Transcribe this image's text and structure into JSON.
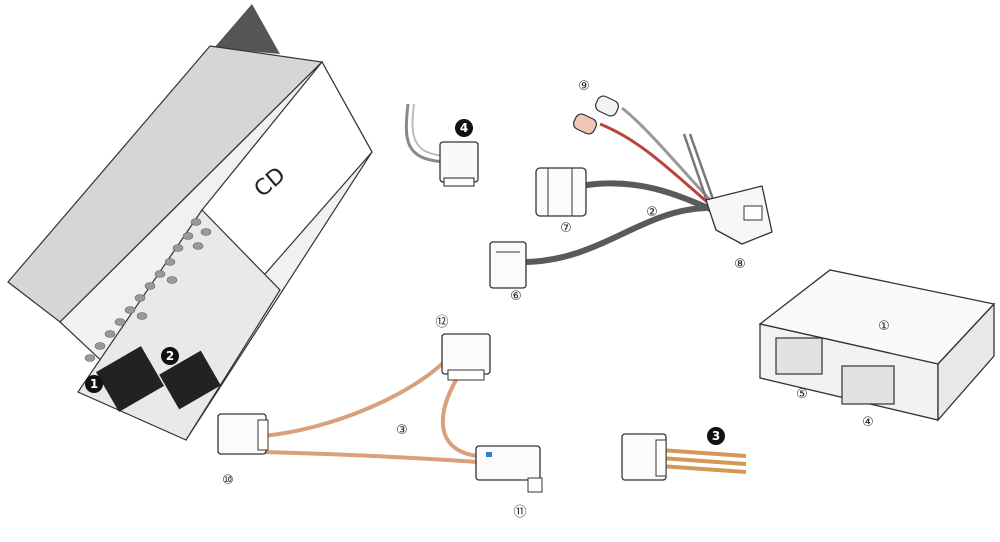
{
  "head_unit": {
    "text": "CD"
  },
  "callouts": {
    "port_1": "1",
    "port_2": "2",
    "wire_3": "3",
    "plug_4": "4",
    "module": "①",
    "cable_2": "②",
    "cable_3": "③",
    "port_4": "④",
    "port_5": "⑤",
    "conn_6": "⑥",
    "conn_7": "⑦",
    "conn_8": "⑧",
    "conn_9": "⑨",
    "conn_10": "⑩",
    "conn_11": "⑪",
    "conn_12": "⑫"
  },
  "colors": {
    "grey_cable": "#5a5a5a",
    "copper_cable": "#d9a07c",
    "red_wire": "#b8443a",
    "black_block": "#222222",
    "dark_wedge": "#555555"
  }
}
